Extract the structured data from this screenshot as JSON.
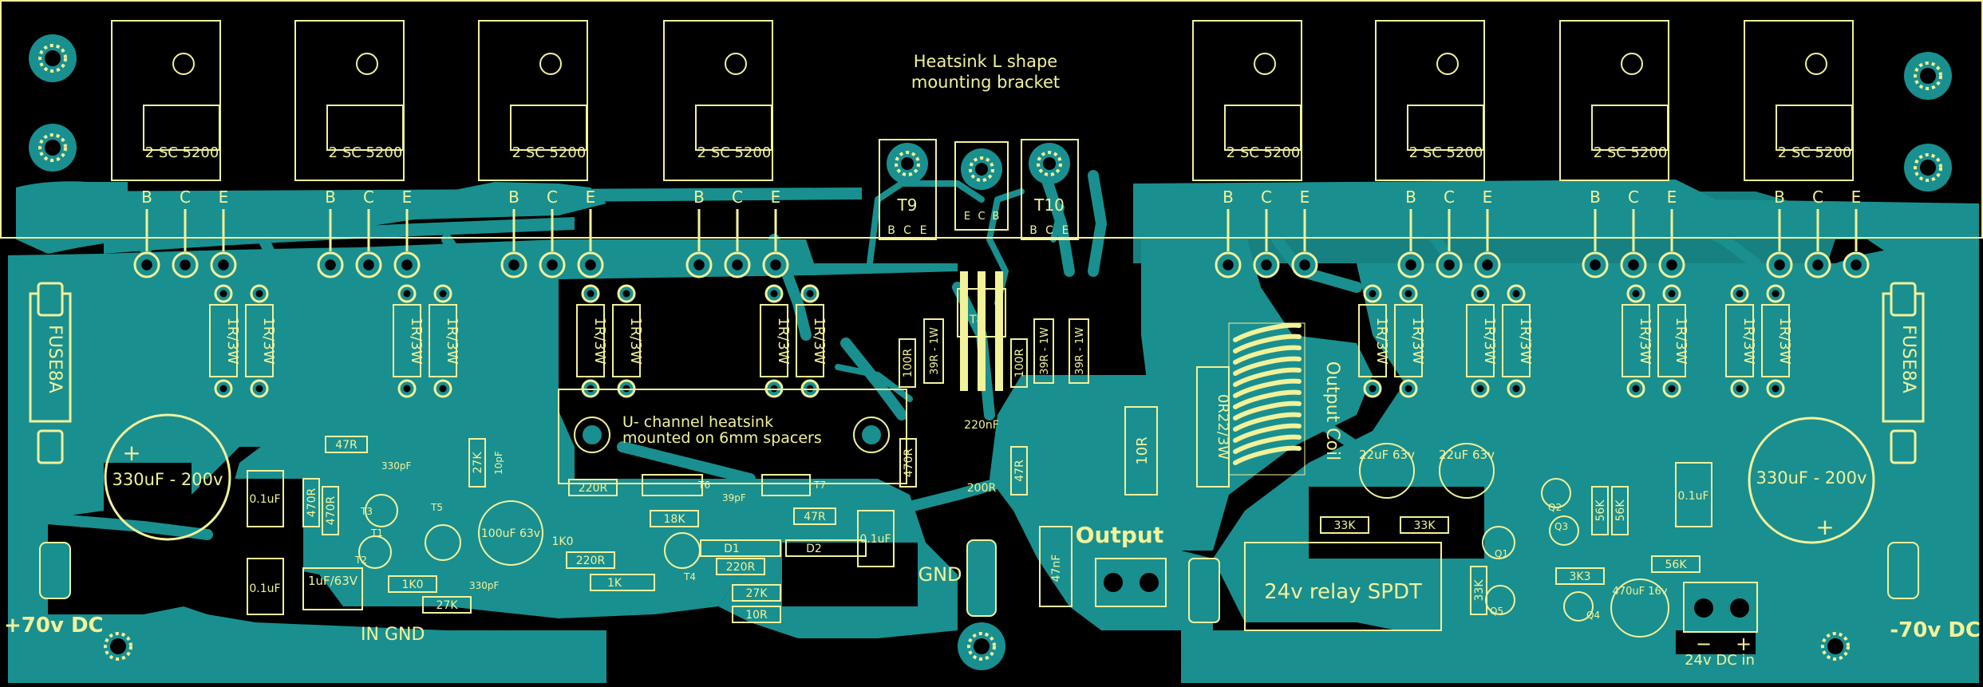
{
  "board": {
    "bracket_note": [
      "Heatsink L shape",
      "mounting bracket"
    ],
    "uchannel_note": [
      "U- channel heatsink",
      "mounted on 6mm spacers"
    ],
    "transistor_part": "2 SC 5200",
    "pin_labels": [
      "B",
      "C",
      "E"
    ],
    "driver_left": "T9",
    "driver_right": "T10",
    "driver_pins": [
      "B",
      "C",
      "E"
    ],
    "bias_pins": [
      "E",
      "C",
      "B"
    ],
    "bias_label": "T8",
    "emitter_resistor": "1R/3W",
    "fuse_label": "FUSE8A",
    "cap_main": "330uF - 200v",
    "cap_small": "0.1uF",
    "cap_rail_neg": "0.1uF",
    "cap_100uf": "100uF 63v",
    "cap_1uf": "1uF/63V",
    "cap_22uf": "22uF 63v",
    "cap_470uf": "470uF 16v",
    "cap_47nf": "47nF",
    "cap_220nf": "220nF",
    "cap_330pf": "330pF",
    "cap_39pf": "39pF",
    "cap_10pf": "10pF",
    "res_47r": "47R",
    "res_220r": "220R",
    "res_1k": "1K",
    "res_1k0": "1K0",
    "res_18k": "18K",
    "res_27k": "27K",
    "res_10r": "10R",
    "res_33k": "33K",
    "res_56k": "56K",
    "res_3k3": "3K3",
    "res_470r": "470R",
    "res_100r": "100R",
    "res_39r": "39R - 1W",
    "res_200r": "200R",
    "res_022": "0R22/3W",
    "diode_d1": "D1",
    "diode_d2": "D2",
    "relay": "24v relay SPDT",
    "output_coil": "Output Coil",
    "output_label": "Output",
    "gnd_label": "GND",
    "input_label": "IN  GND",
    "rail_pos": "+70v DC",
    "rail_neg": "-70v DC",
    "relay_supply": "24v DC in",
    "relay_minus": "−",
    "relay_plus": "+",
    "transistor_labels": [
      "T1",
      "T2",
      "T3",
      "T4",
      "T5",
      "T6",
      "T7",
      "Q1",
      "Q2",
      "Q3",
      "Q4",
      "Q5"
    ]
  }
}
